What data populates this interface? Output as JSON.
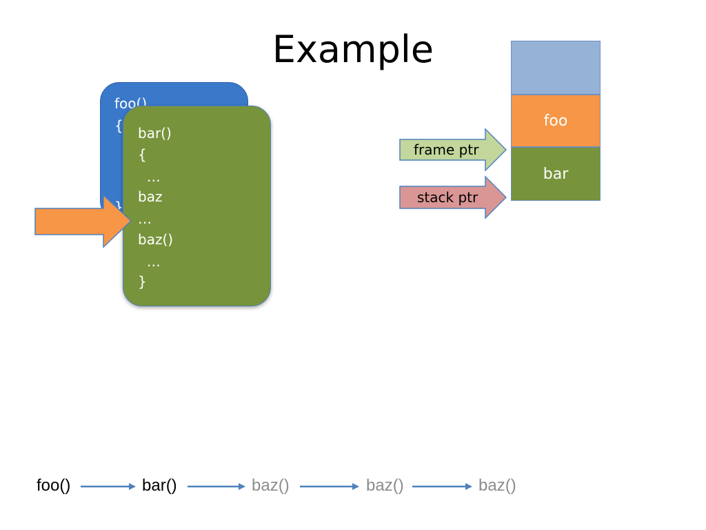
{
  "slide": {
    "title": "Example"
  },
  "code_cards": {
    "foo_card": {
      "lines": [
        "foo()",
        "{",
        "}"
      ],
      "color": "#3a78c9"
    },
    "bar_card": {
      "lines": [
        "bar()",
        "{",
        "  …",
        "baz",
        "…",
        "baz()",
        "  …",
        "}"
      ],
      "color": "#77933c"
    }
  },
  "current_line_arrow": {
    "color": "#f79646",
    "icon": "right-arrow-icon"
  },
  "stack": {
    "segments": [
      {
        "label": "",
        "color": "#95b3d7"
      },
      {
        "label": "foo",
        "color": "#f79646"
      },
      {
        "label": "bar",
        "color": "#77933c"
      }
    ],
    "pointers": {
      "frame_ptr": {
        "label": "frame ptr",
        "color": "#c3d69b"
      },
      "stack_ptr": {
        "label": "stack ptr",
        "color": "#d99694"
      }
    }
  },
  "call_chain": {
    "items": [
      {
        "label": "foo()",
        "color": "#000000"
      },
      {
        "label": "bar()",
        "color": "#000000"
      },
      {
        "label": "baz()",
        "color": "#8c8c8c"
      },
      {
        "label": "baz()",
        "color": "#8c8c8c"
      },
      {
        "label": "baz()",
        "color": "#8c8c8c"
      }
    ],
    "arrow_color": "#4f81bd"
  }
}
